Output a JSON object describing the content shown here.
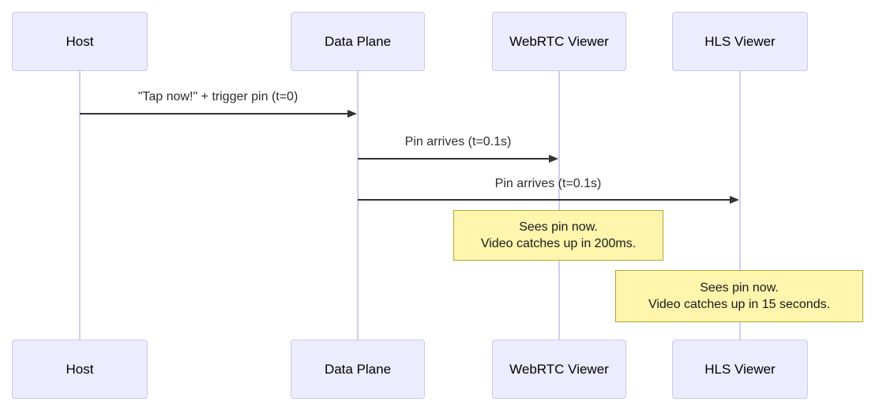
{
  "diagram": {
    "kind": "sequence-diagram",
    "actors": [
      {
        "name": "Host"
      },
      {
        "name": "Data Plane"
      },
      {
        "name": "WebRTC Viewer"
      },
      {
        "name": "HLS Viewer"
      }
    ],
    "messages": [
      {
        "from": "Host",
        "to": "Data Plane",
        "label": "\"Tap now!\" + trigger pin (t=0)"
      },
      {
        "from": "Data Plane",
        "to": "WebRTC Viewer",
        "label": "Pin arrives (t=0.1s)"
      },
      {
        "from": "Data Plane",
        "to": "HLS Viewer",
        "label": "Pin arrives (t=0.1s)"
      }
    ],
    "notes": [
      {
        "over": "WebRTC Viewer",
        "line1": "Sees pin now.",
        "line2": "Video catches up in 200ms."
      },
      {
        "over": "HLS Viewer",
        "line1": "Sees pin now.",
        "line2": "Video catches up in 15 seconds."
      }
    ],
    "colors": {
      "actor_fill": "#ececff",
      "actor_border": "#cfc7ec",
      "lifeline": "#d6cbf0",
      "message_line": "#333333",
      "note_fill": "#fff5ad",
      "note_border": "#aaaa33",
      "background": "#ffffff"
    }
  }
}
